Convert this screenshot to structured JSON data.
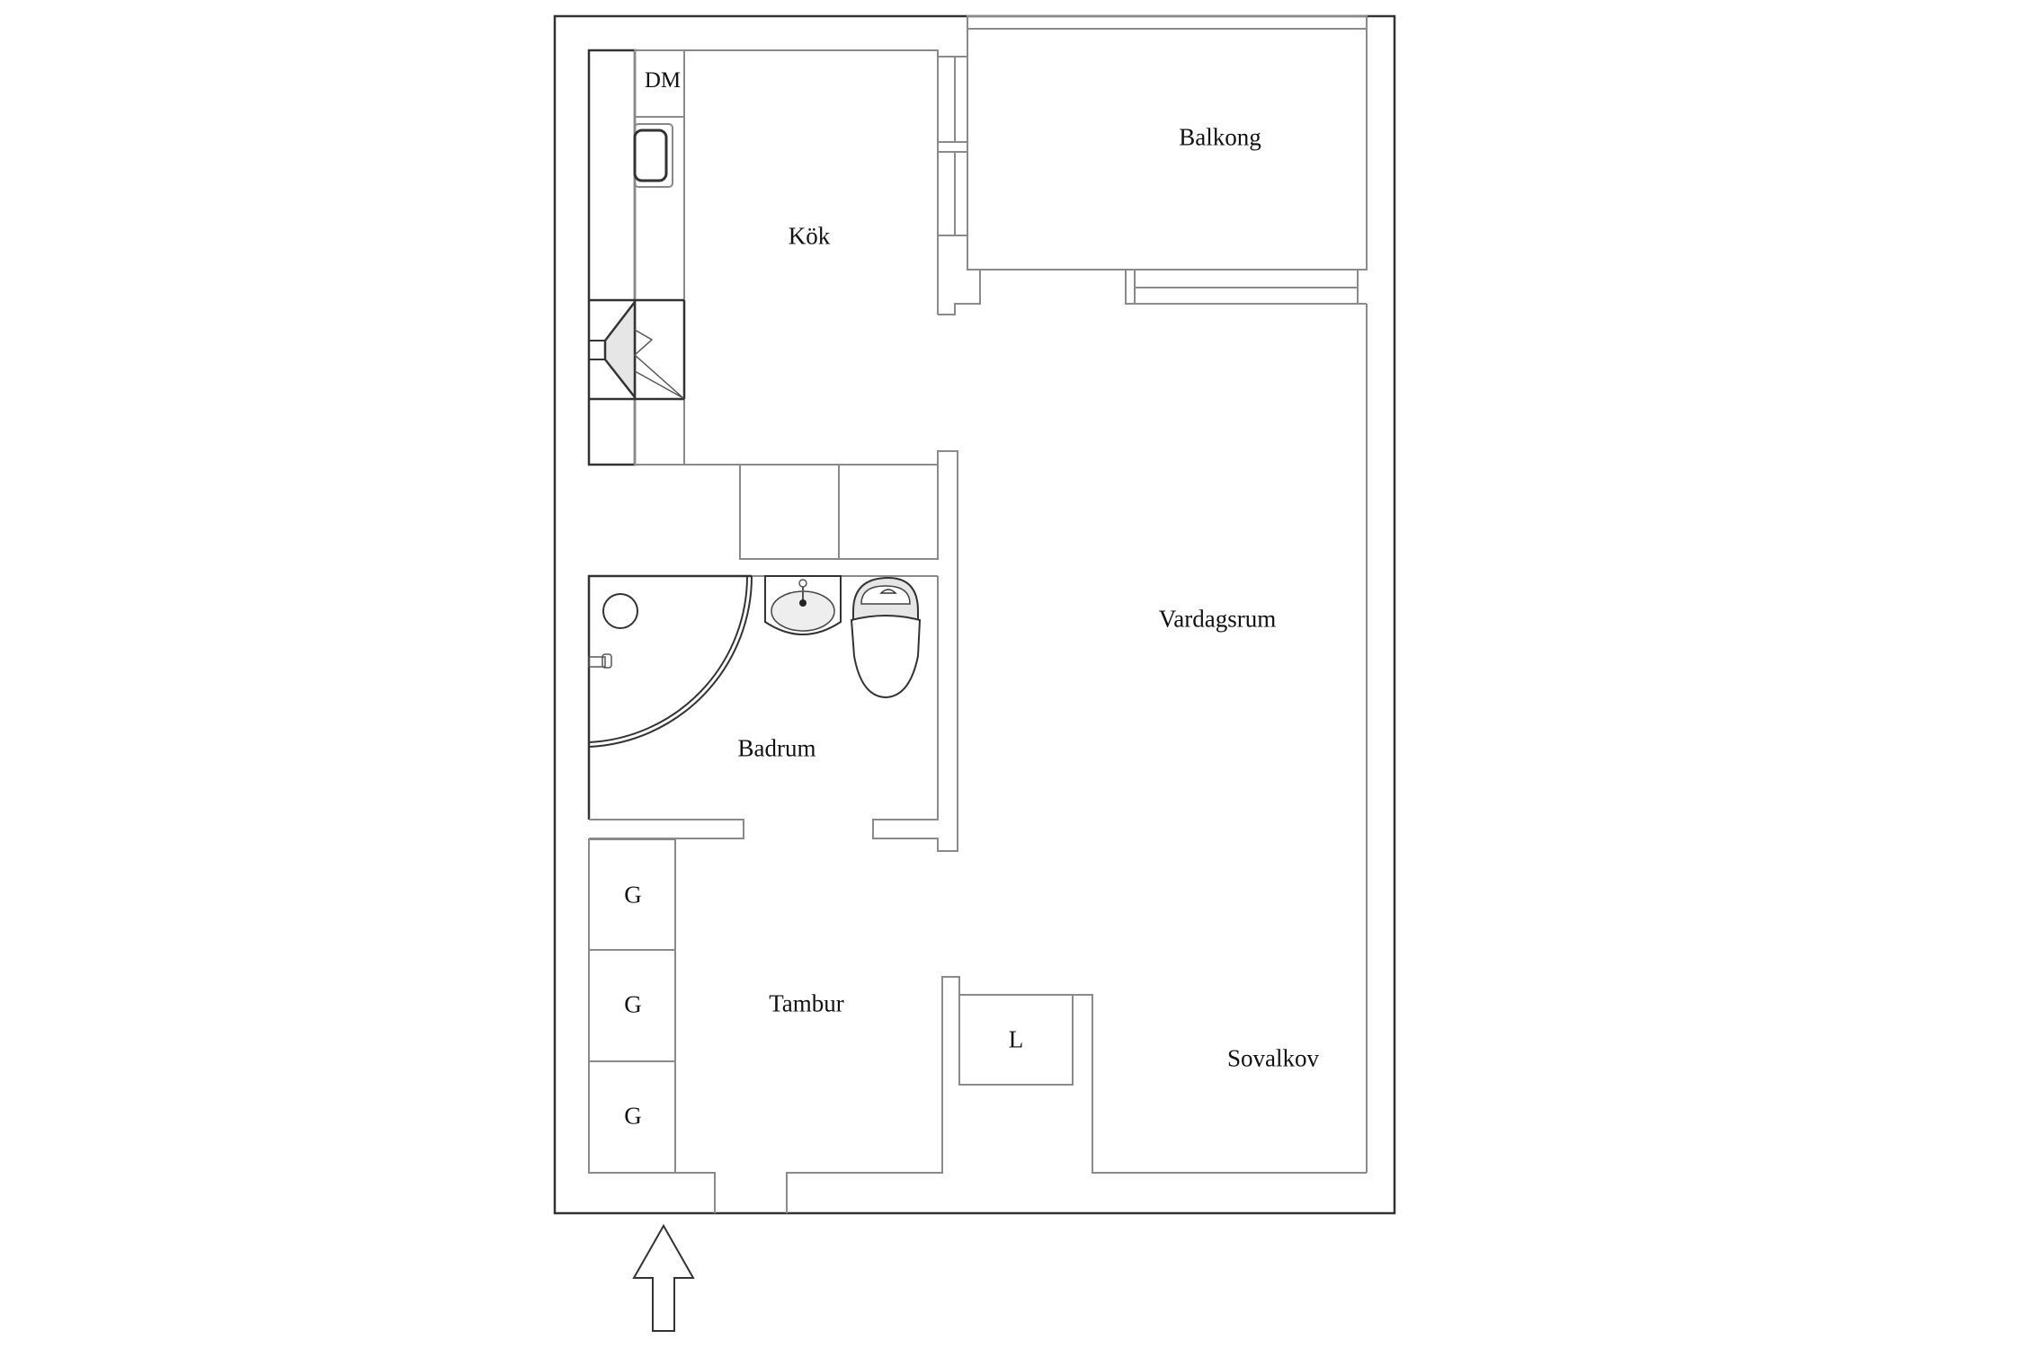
{
  "rooms": {
    "kitchen": "Kök",
    "dishwasher": "DM",
    "balcony": "Balkong",
    "living_room": "Vardagsrum",
    "bathroom": "Badrum",
    "hall": "Tambur",
    "sleeping_alcove": "Sovalkov",
    "wardrobes": [
      "G",
      "G",
      "G"
    ],
    "linen_closet": "L"
  },
  "entrance_icon": "arrow-up-icon",
  "colors": {
    "wall": "#333333",
    "line": "#8a8a8a",
    "fixture_fill": "#e6e6e6"
  }
}
